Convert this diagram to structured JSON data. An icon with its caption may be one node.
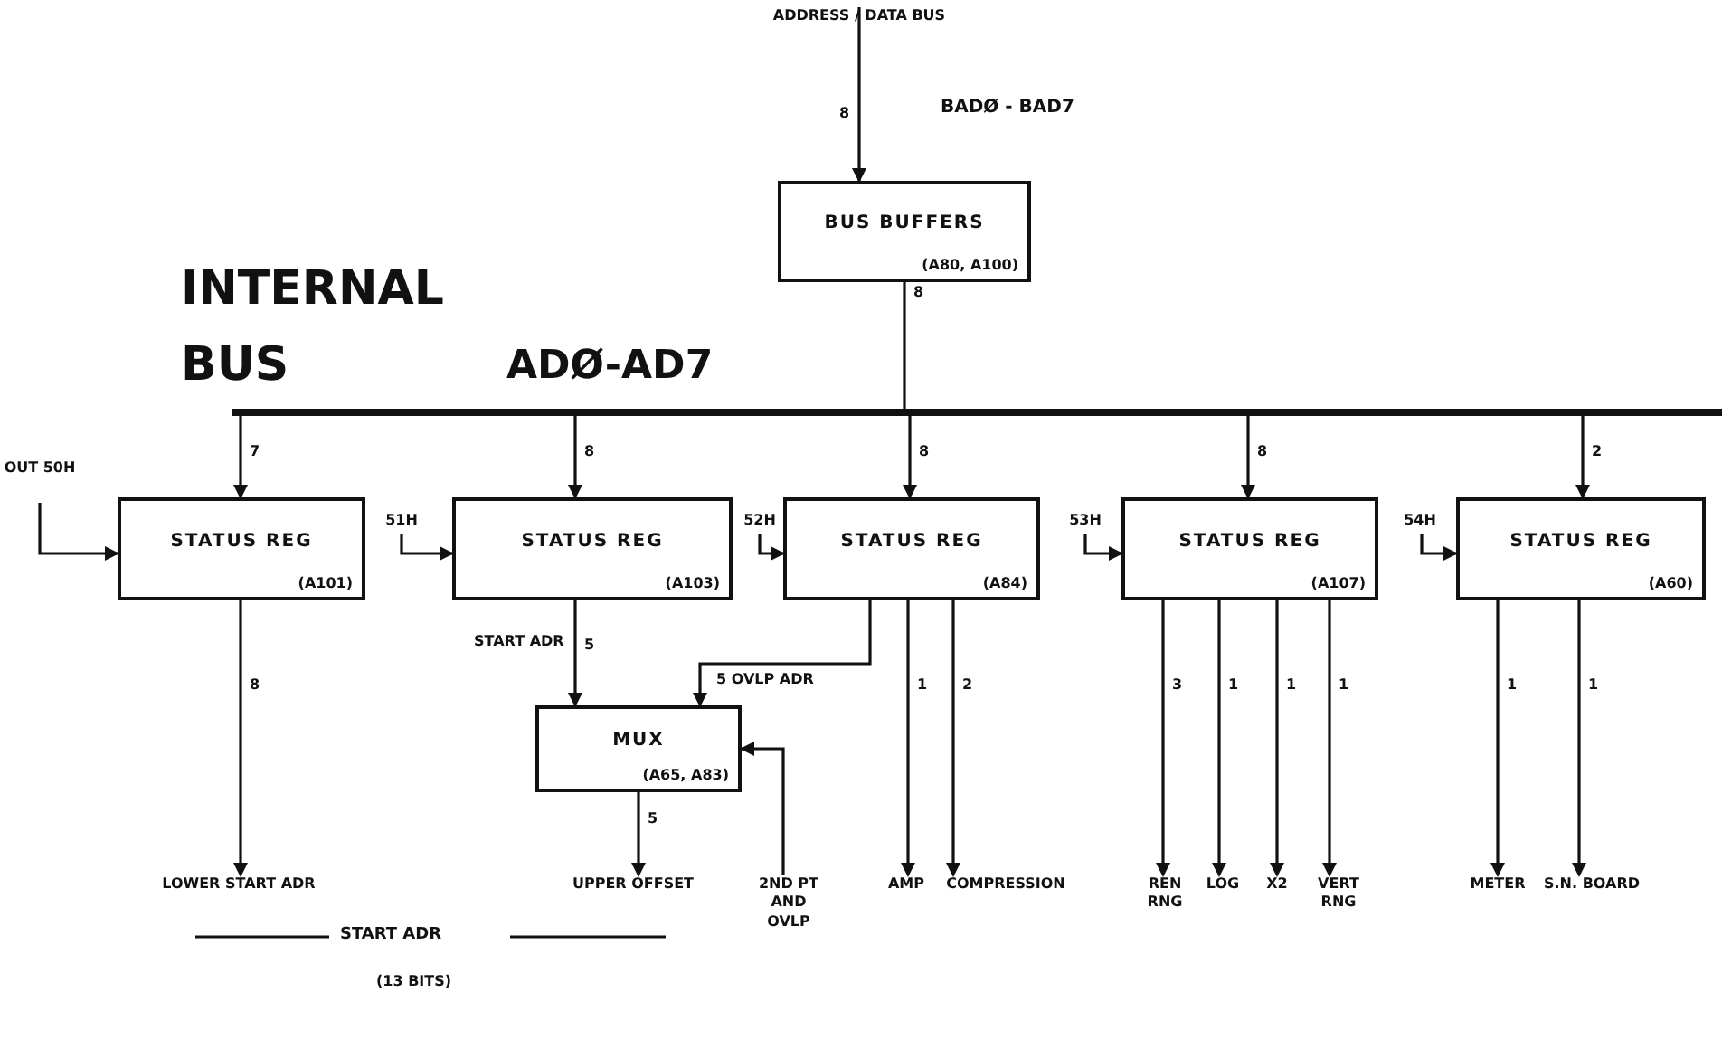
{
  "diagram": {
    "nodes": [
      {
        "text": [
          "ADDRESS / DATA BUS"
        ]
      },
      {
        "text": [
          "BUS BUFFERS",
          "(A80, A100)"
        ]
      },
      {
        "text": [],
        "shape": "bar"
      },
      {
        "text": [
          "OUT 50H"
        ]
      },
      {
        "text": [
          "STATUS REG",
          "(A101)"
        ]
      },
      {
        "text": [
          "51H"
        ]
      },
      {
        "text": [
          "STATUS REG",
          "(A103)"
        ]
      },
      {
        "text": [
          "52H"
        ]
      },
      {
        "text": [
          "STATUS REG",
          "(A84)"
        ]
      },
      {
        "text": [
          "53H"
        ]
      },
      {
        "text": [
          "STATUS REG",
          "(A107)"
        ]
      },
      {
        "text": [
          "54H"
        ]
      },
      {
        "text": [
          "STATUS REG",
          "(A60)"
        ]
      },
      {
        "text": [
          "MUX",
          "(A65, A83)"
        ]
      },
      {
        "text": [
          "LOWER START ADR"
        ]
      },
      {
        "text": [
          "UPPER OFFSET"
        ]
      },
      {
        "text": [
          "2ND PT AND OVLP"
        ]
      },
      {
        "text": [
          "AMP"
        ]
      },
      {
        "text": [
          "COMPRESSION"
        ]
      },
      {
        "text": [
          "REN RNG"
        ]
      },
      {
        "text": [
          "LOG"
        ]
      },
      {
        "text": [
          "X2"
        ]
      },
      {
        "text": [
          "VERT RNG"
        ]
      },
      {
        "text": [
          "METER"
        ]
      },
      {
        "text": [
          "S.N. BOARD"
        ]
      }
    ],
    "edges": [
      {
        "from": 0,
        "to": 1,
        "arrow": "to",
        "label": "8"
      },
      {
        "from": 1,
        "to": 2,
        "arrow": "none",
        "label": "8"
      },
      {
        "from": 2,
        "to": 4,
        "arrow": "to",
        "label": "7"
      },
      {
        "from": 2,
        "to": 6,
        "arrow": "to",
        "label": "8"
      },
      {
        "from": 2,
        "to": 8,
        "arrow": "to",
        "label": "8"
      },
      {
        "from": 2,
        "to": 10,
        "arrow": "to",
        "label": "8"
      },
      {
        "from": 2,
        "to": 12,
        "arrow": "to",
        "label": "2"
      },
      {
        "from": 3,
        "to": 4,
        "arrow": "to"
      },
      {
        "from": 5,
        "to": 6,
        "arrow": "to"
      },
      {
        "from": 7,
        "to": 8,
        "arrow": "to"
      },
      {
        "from": 9,
        "to": 10,
        "arrow": "to"
      },
      {
        "from": 11,
        "to": 12,
        "arrow": "to"
      },
      {
        "from": 6,
        "to": 13,
        "arrow": "to",
        "label": "5"
      },
      {
        "from": 8,
        "to": 13,
        "arrow": "to",
        "label": "5 OVLP ADR"
      },
      {
        "from": 4,
        "to": 14,
        "arrow": "to",
        "label": "8"
      },
      {
        "from": 13,
        "to": 15,
        "arrow": "to",
        "label": "5"
      },
      {
        "from": 16,
        "to": 13,
        "arrow": "to"
      },
      {
        "from": 8,
        "to": 17,
        "arrow": "to",
        "label": "1"
      },
      {
        "from": 8,
        "to": 18,
        "arrow": "to",
        "label": "2"
      },
      {
        "from": 10,
        "to": 19,
        "arrow": "to",
        "label": "3"
      },
      {
        "from": 10,
        "to": 20,
        "arrow": "to",
        "label": "1"
      },
      {
        "from": 10,
        "to": 21,
        "arrow": "to",
        "label": "1"
      },
      {
        "from": 10,
        "to": 22,
        "arrow": "to",
        "label": "1"
      },
      {
        "from": 12,
        "to": 23,
        "arrow": "to",
        "label": "1"
      },
      {
        "from": 12,
        "to": 24,
        "arrow": "to",
        "label": "1"
      }
    ],
    "labels": [
      "INTERNAL BUS",
      "ADØ-AD7",
      "BADØ - BAD7",
      "START ADR",
      "START ADR",
      "(13 BITS)"
    ]
  }
}
